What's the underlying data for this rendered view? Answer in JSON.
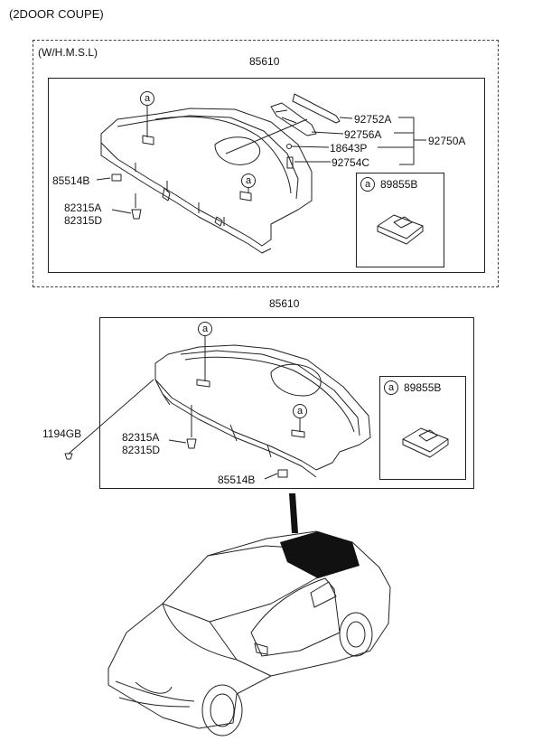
{
  "header": {
    "title": "(2DOOR COUPE)"
  },
  "section_top": {
    "variant": "(W/H.M.S.L)",
    "assembly_part": "85610",
    "parts": {
      "p92752A": "92752A",
      "p92756A": "92756A",
      "p18643P": "18643P",
      "p92754C": "92754C",
      "p92750A": "92750A",
      "p85514B": "85514B",
      "p82315A": "82315A",
      "p82315D": "82315D"
    },
    "callout_letter": "a",
    "inset": {
      "letter": "a",
      "part": "89855B"
    }
  },
  "section_bottom": {
    "assembly_part": "85610",
    "parts": {
      "p1194GB": "1194GB",
      "p82315A": "82315A",
      "p82315D": "82315D",
      "p85514B": "85514B"
    },
    "callout_letter": "a",
    "inset": {
      "letter": "a",
      "part": "89855B"
    }
  }
}
